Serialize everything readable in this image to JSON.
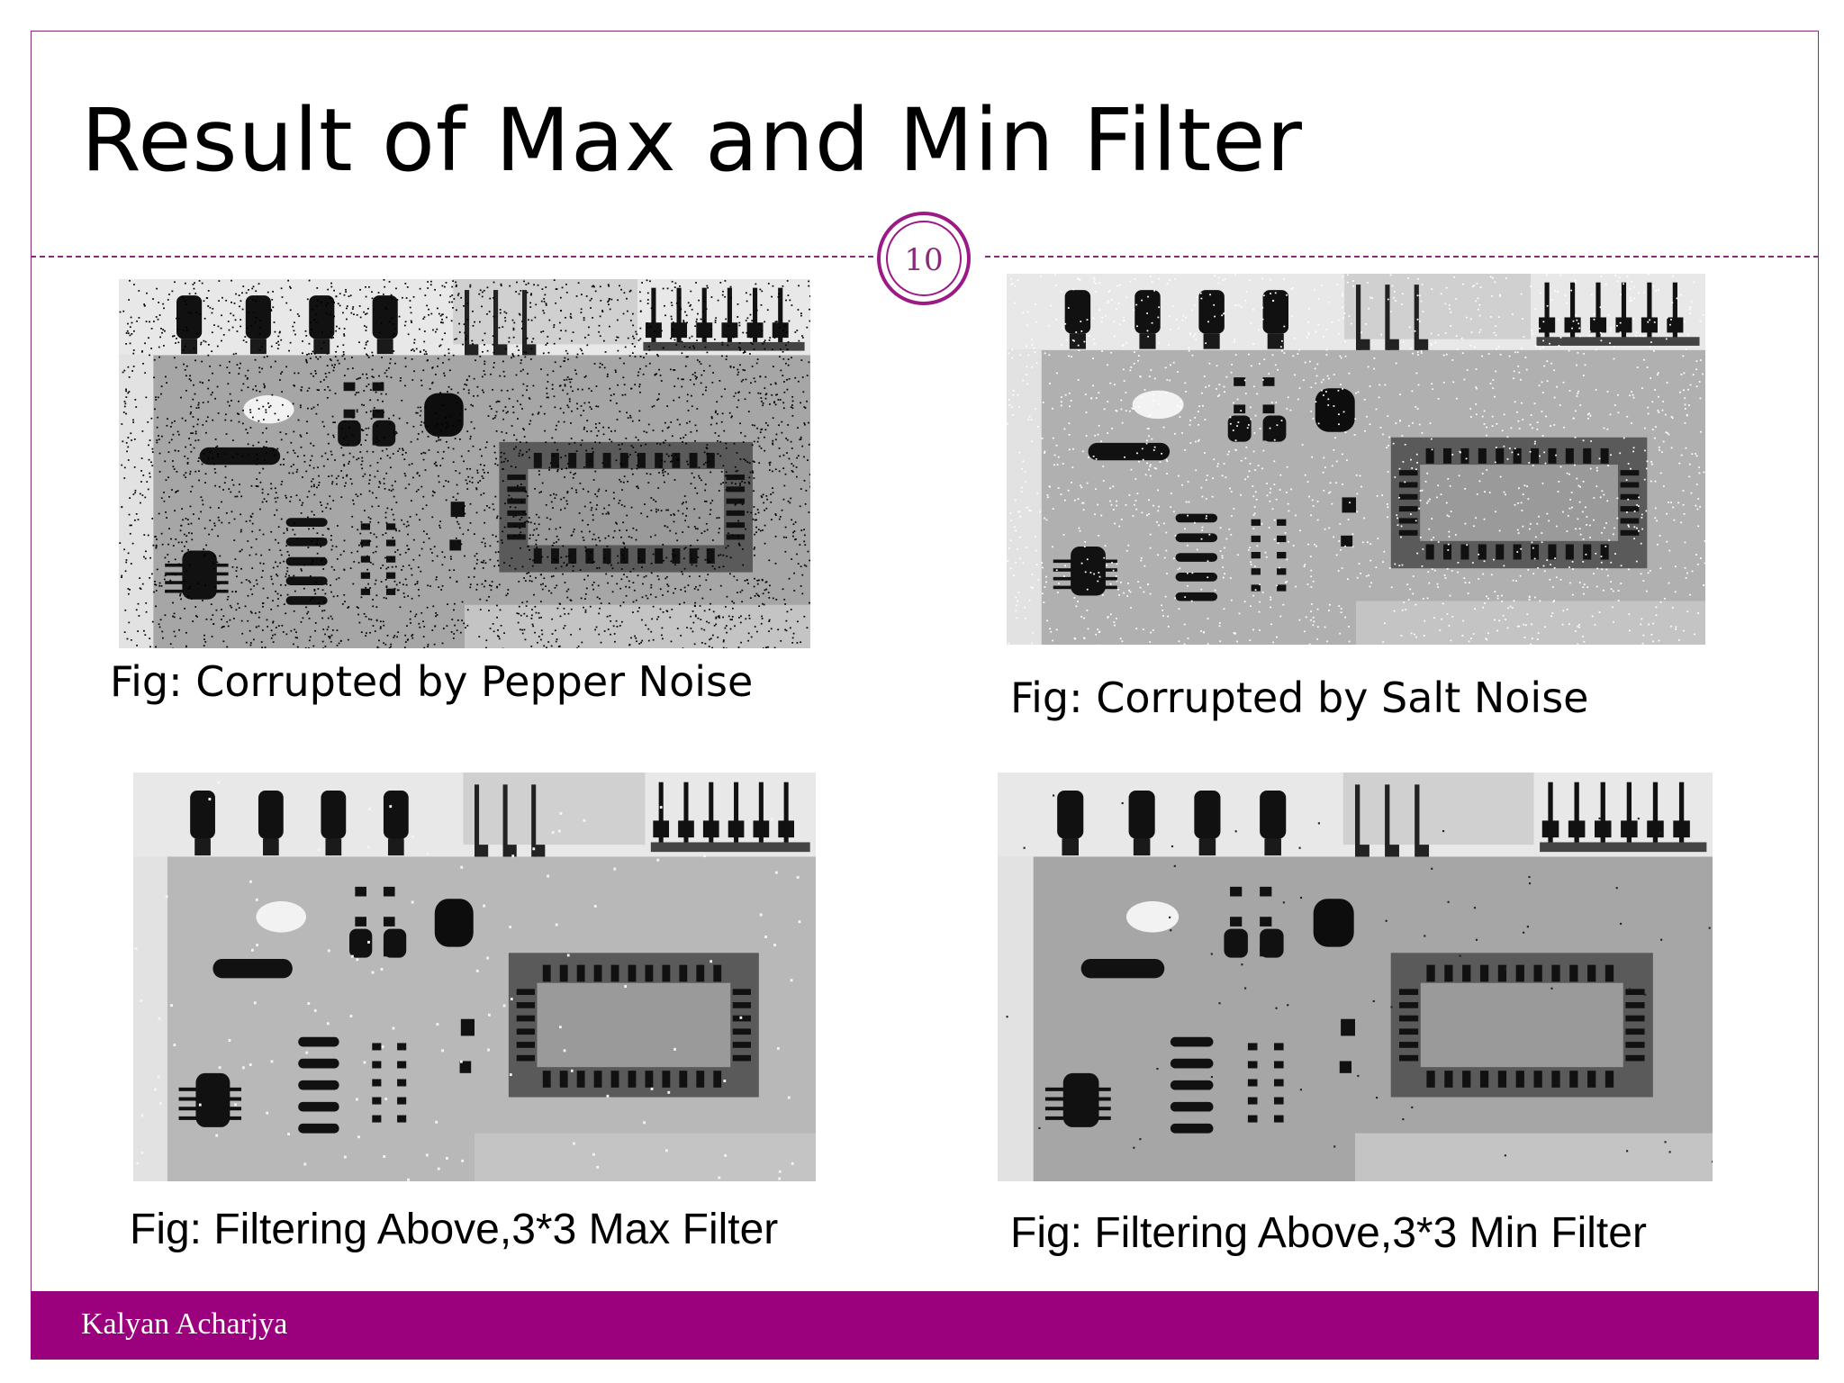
{
  "slide": {
    "title": "Result of Max and Min Filter",
    "number": "10",
    "footer": "Kalyan Acharjya"
  },
  "figures": [
    {
      "caption": "Fig: Corrupted  by Pepper Noise",
      "noise": "pepper"
    },
    {
      "caption": "Fig: Corrupted  by Salt Noise",
      "noise": "salt"
    },
    {
      "caption": "Fig: Filtering Above,3*3 Max Filter",
      "noise": "max-filtered"
    },
    {
      "caption": "Fig: Filtering Above,3*3 Min Filter",
      "noise": "min-filtered"
    }
  ],
  "colors": {
    "accent": "#9b007d",
    "border": "#8a2a7a"
  }
}
